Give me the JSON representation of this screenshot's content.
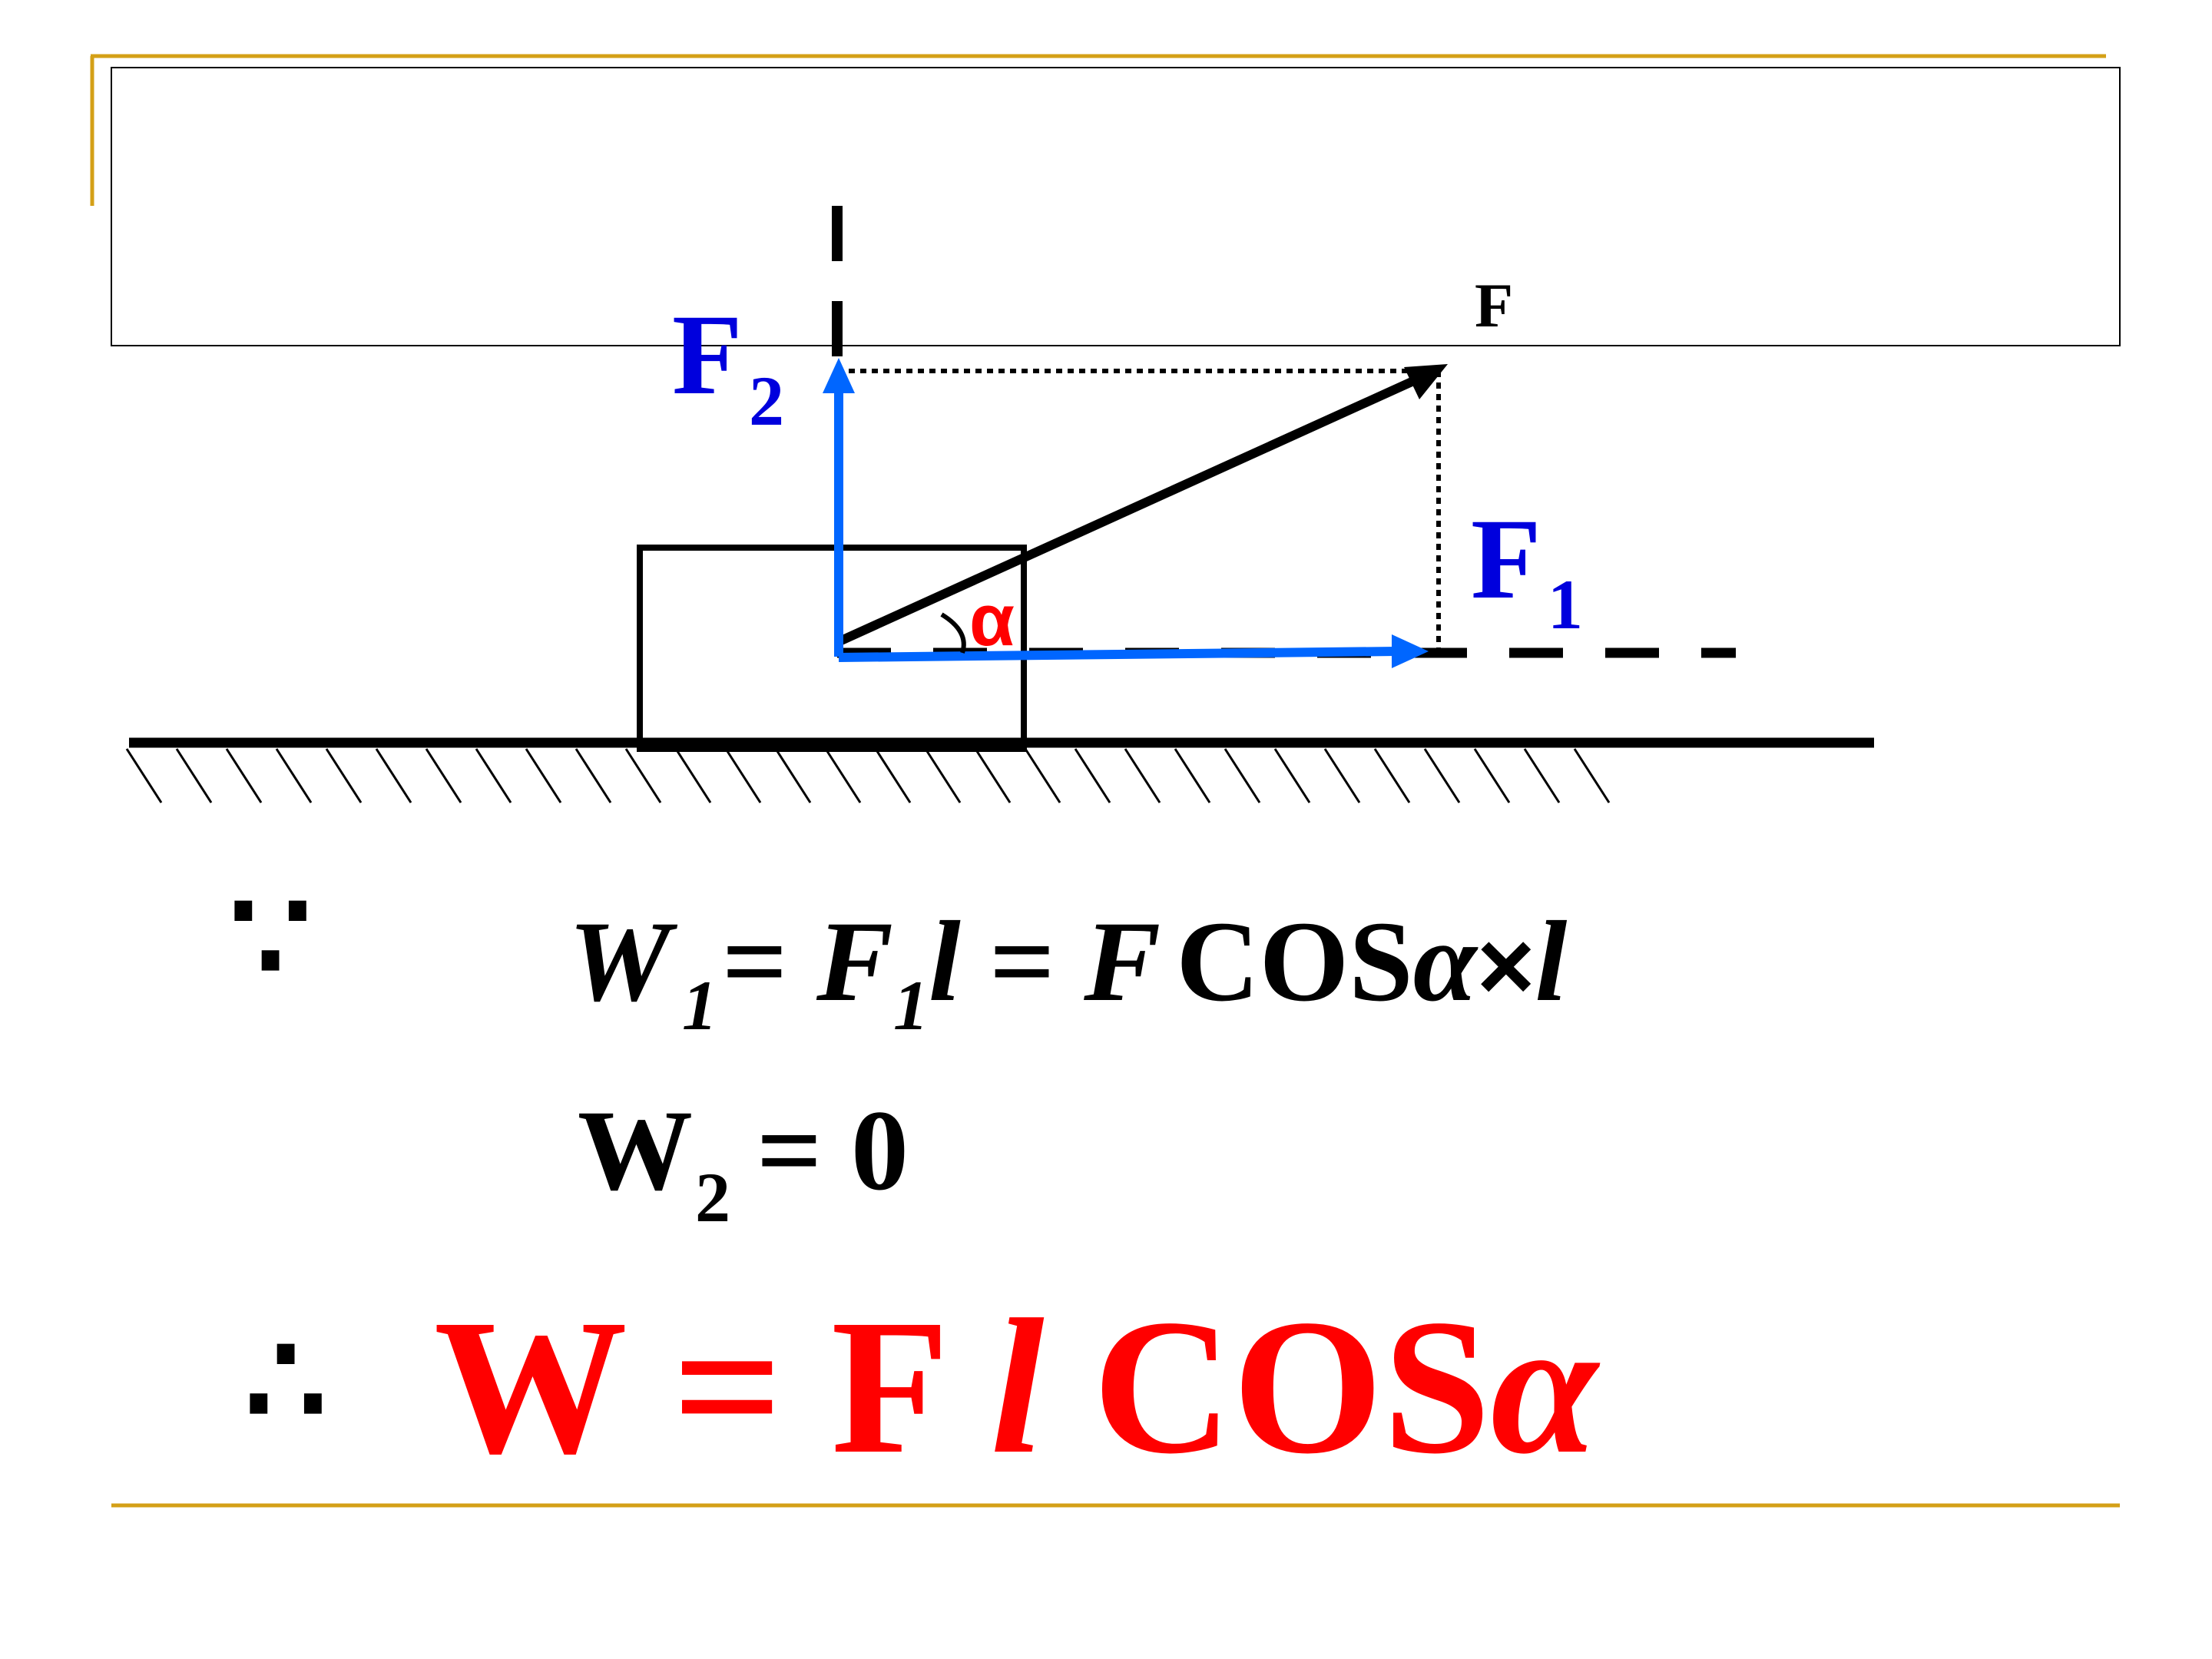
{
  "diagram": {
    "force_label": "F",
    "component_vertical": {
      "main": "F",
      "sub": "2"
    },
    "component_horizontal": {
      "main": "F",
      "sub": "1"
    },
    "angle_label": "α"
  },
  "equations": {
    "because_symbol": "∵",
    "therefore_symbol": "∴",
    "w1": {
      "W": "W",
      "W_sub": "1",
      "eq1": "= ",
      "F1": "F",
      "F1_sub": "1",
      "l1": "l",
      "eq2": " = ",
      "F": "F",
      "cos": "COS",
      "alpha": "α",
      "times": "×",
      "l2": "l"
    },
    "w2": {
      "W": "W",
      "W_sub": "2",
      "rest": "= 0"
    },
    "result": {
      "lead": "W = F ",
      "l": "l",
      "cos": " COS",
      "alpha": "α"
    }
  },
  "colors": {
    "accent_gold": "#d4a017",
    "component_blue": "#0066ff",
    "label_blue": "#0000dd",
    "result_red": "#ff0000"
  }
}
